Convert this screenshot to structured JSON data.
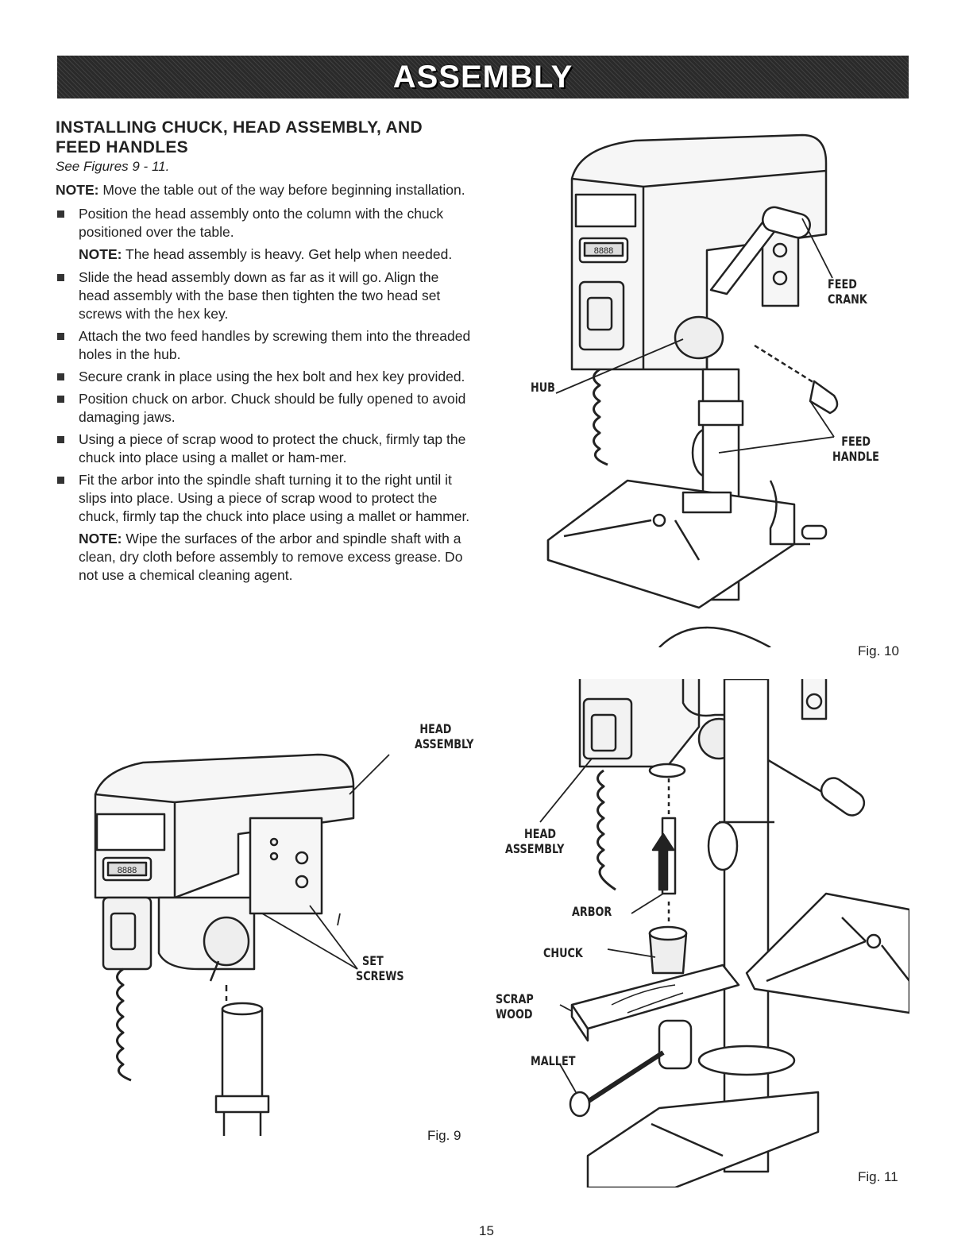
{
  "banner": {
    "title": "ASSEMBLY"
  },
  "section": {
    "heading": "INSTALLING CHUCK, HEAD ASSEMBLY, AND FEED HANDLES",
    "see_figures": "See Figures 9 - 11.",
    "intro_note_label": "NOTE:",
    "intro_note_text": " Move the table out of the way before beginning installation.",
    "steps": [
      "Position the head assembly onto the column with the chuck positioned over the table.",
      "Slide the head assembly down as far as it will go. Align the head assembly with the base then tighten the two head set screws with the hex key.",
      "Attach the two feed handles by screwing them into the threaded holes in the hub.",
      "Secure crank in place using the hex bolt and hex key provided.",
      "Position chuck on arbor. Chuck should be fully opened to avoid damaging jaws.",
      "Using a piece of scrap wood to protect the chuck, firmly tap the chuck into place using a mallet or ham-mer.",
      "Fit the arbor into the spindle shaft turning it to the right until it slips into place. Using a piece of scrap wood to protect the chuck, firmly tap the chuck into place using a mallet or hammer."
    ],
    "step1_note_label": "NOTE:",
    "step1_note_text": " The head assembly is heavy. Get help when needed.",
    "final_note_label": "NOTE:",
    "final_note_text": " Wipe the surfaces of the arbor and spindle shaft with a clean, dry cloth before assembly to remove excess grease. Do not use a chemical cleaning agent."
  },
  "figures": {
    "fig9": {
      "label": "Fig. 9",
      "callouts": {
        "head_assembly_1": "HEAD",
        "head_assembly_2": "ASSEMBLY",
        "set_screws_1": "SET",
        "set_screws_2": "SCREWS"
      },
      "display_digits": "8888"
    },
    "fig10": {
      "label": "Fig. 10",
      "callouts": {
        "feed_crank_1": "FEED",
        "feed_crank_2": "CRANK",
        "hub": "HUB",
        "feed_handle_1": "FEED",
        "feed_handle_2": "HANDLE"
      },
      "display_digits": "8888"
    },
    "fig11": {
      "label": "Fig. 11",
      "callouts": {
        "head_assembly_1": "HEAD",
        "head_assembly_2": "ASSEMBLY",
        "arbor": "ARBOR",
        "chuck": "CHUCK",
        "scrap_wood_1": "SCRAP",
        "scrap_wood_2": "WOOD",
        "mallet": "MALLET"
      }
    }
  },
  "page": {
    "number": "15"
  }
}
